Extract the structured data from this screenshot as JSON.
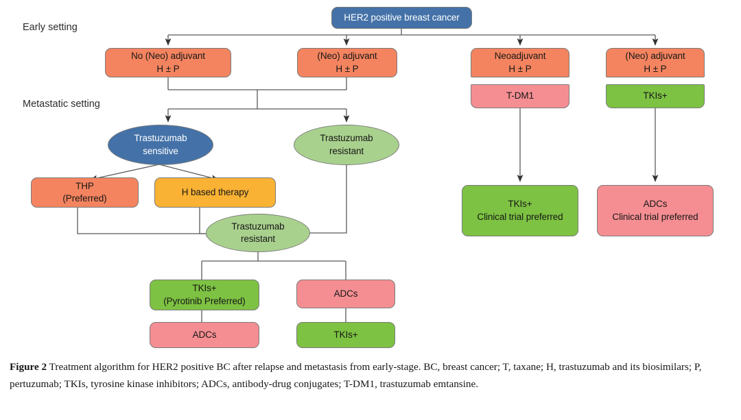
{
  "figure": {
    "caption_lead": "Figure 2",
    "caption_text": " Treatment algorithm for HER2 positive BC after relapse and metastasis from early-stage. BC, breast cancer; T, taxane; H, trastuzumab and its biosimilars; P, pertuzumab; TKIs, tyrosine kinase inhibitors; ADCs, antibody-drug conjugates; T-DM1, trastuzumab emtansine."
  },
  "section_labels": {
    "early": "Early setting",
    "metastatic": "Metastatic setting"
  },
  "palette": {
    "blue": "#4472A8",
    "orange": "#F4845F",
    "pink": "#F58E92",
    "green": "#7DC242",
    "light_green": "#A9D18E",
    "yellow": "#F9B233",
    "connector": "#595959",
    "border": "#7a7a7a"
  },
  "nodes": {
    "root": {
      "lines": [
        "HER2 positive breast cancer"
      ]
    },
    "no_neo_adjuvant": {
      "lines": [
        "No (Neo) adjuvant",
        "H ± P"
      ]
    },
    "neo_adjuvant_left": {
      "lines": [
        "(Neo) adjuvant",
        "H ± P"
      ]
    },
    "neoadjuvant_right": {
      "lines": [
        "Neoadjuvant",
        "H ± P"
      ]
    },
    "tdm1": {
      "lines": [
        "T-DM1"
      ]
    },
    "neo_adjuvant_far_right": {
      "lines": [
        "(Neo) adjuvant",
        "H ± P"
      ]
    },
    "tkis_far_right": {
      "lines": [
        "TKIs+"
      ]
    },
    "trastuzumab_sensitive": {
      "lines": [
        "Trastuzumab",
        "sensitive"
      ]
    },
    "trastuzumab_resistant_upper": {
      "lines": [
        "Trastuzumab",
        "resistant"
      ]
    },
    "thp_preferred": {
      "lines": [
        "THP",
        "(Preferred)"
      ]
    },
    "h_based_therapy": {
      "lines": [
        "H based therapy"
      ]
    },
    "trastuzumab_resistant_lower": {
      "lines": [
        "Trastuzumab",
        "resistant"
      ]
    },
    "tkis_pyrotinib": {
      "lines": [
        "TKIs+",
        "(Pyrotinib Preferred)"
      ]
    },
    "adcs_mid": {
      "lines": [
        "ADCs"
      ]
    },
    "adcs_bottom_left": {
      "lines": [
        "ADCs"
      ]
    },
    "tkis_bottom_mid": {
      "lines": [
        "TKIs+"
      ]
    },
    "tkis_clinical_trial": {
      "lines": [
        "TKIs+",
        "Clinical trial preferred"
      ]
    },
    "adcs_clinical_trial": {
      "lines": [
        "ADCs",
        "Clinical trial preferred"
      ]
    }
  }
}
